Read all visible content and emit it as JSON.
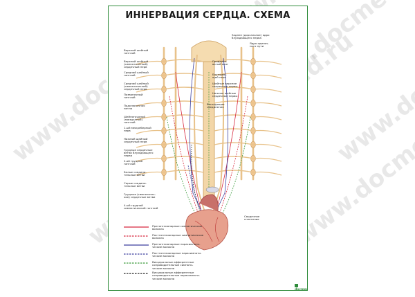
{
  "title": "ИННЕРВАЦИЯ СЕРДЦА. СХЕМА",
  "watermark": "www.docmed.ru",
  "labels_left": [
    {
      "text": "Верхний шейный\nганглий"
    },
    {
      "text": "Верхний шейный\n(симпатический)\nсердечный нерв"
    },
    {
      "text": "Средний шейный\nганглий"
    },
    {
      "text": "Средний шейный\n(симпатический)\nсердечный нерв"
    },
    {
      "text": "Позвоночный\nганглий"
    },
    {
      "text": "Подключичная\nпетля"
    },
    {
      "text": "Шейногрудной\n(звездчатый)\nганглий"
    },
    {
      "text": "1-ый межреберный\nнерв"
    },
    {
      "text": "Нижний шейный\nсердечный нерв"
    },
    {
      "text": "Грудные сердечные\nветви блуждающего\nнерва"
    },
    {
      "text": "2-ой грудной\nганглий"
    },
    {
      "text": "Белые соедини-\nтельные ветви"
    },
    {
      "text": "Серые соедини-\nтельные ветви"
    },
    {
      "text": "Грудные (симпатичес-\nкие) сердечные ветви"
    },
    {
      "text": "4-ый грудной\nсимпатический ганглий"
    }
  ],
  "labels_right": [
    {
      "text": "Заднее (дорсальное) ядро\nблуждающего нерва"
    },
    {
      "text": "Ядро одиноч-\nного пути"
    },
    {
      "text": "Продолго-\nватый мозг"
    },
    {
      "text": "Блуждаю-\nщий нерв"
    },
    {
      "text": "Шейные верхние\nсердечные нервы"
    },
    {
      "text": "Нижние шейные\nсердечные нервы"
    },
    {
      "text": "Восходящие\nсоединения"
    },
    {
      "text": "Сердечное\nсплетение"
    }
  ],
  "legend": [
    {
      "text": "Преганглионарные симпатические\nволокна",
      "color": "#d7263d",
      "style": "solid"
    },
    {
      "text": "Постганглионарные симпатические\nволокна",
      "color": "#d7263d",
      "style": "dashed"
    },
    {
      "text": "Преганглионарные парасимпати-\nческие волокна",
      "color": "#3b3f9e",
      "style": "solid"
    },
    {
      "text": "Постганглионарные парасимпати-\nческие волокна",
      "color": "#3b3f9e",
      "style": "dashed"
    },
    {
      "text": "Висцеральные афферентные\nсопроводительные симпати-\nческие волокна",
      "color": "#3a9a3a",
      "style": "dashed"
    },
    {
      "text": "Висцеральные афферентные\nсопроводительные парасимпати-\nческие волокна",
      "color": "#222222",
      "style": "dashed"
    }
  ],
  "colors": {
    "border": "#2e8b3a",
    "nerve": "#e8c28a",
    "sympathetic": "#d7263d",
    "parasympathetic": "#3b3f9e",
    "afferent": "#3a9a3a",
    "heart": "#e7a08d"
  },
  "logo": "docmed"
}
